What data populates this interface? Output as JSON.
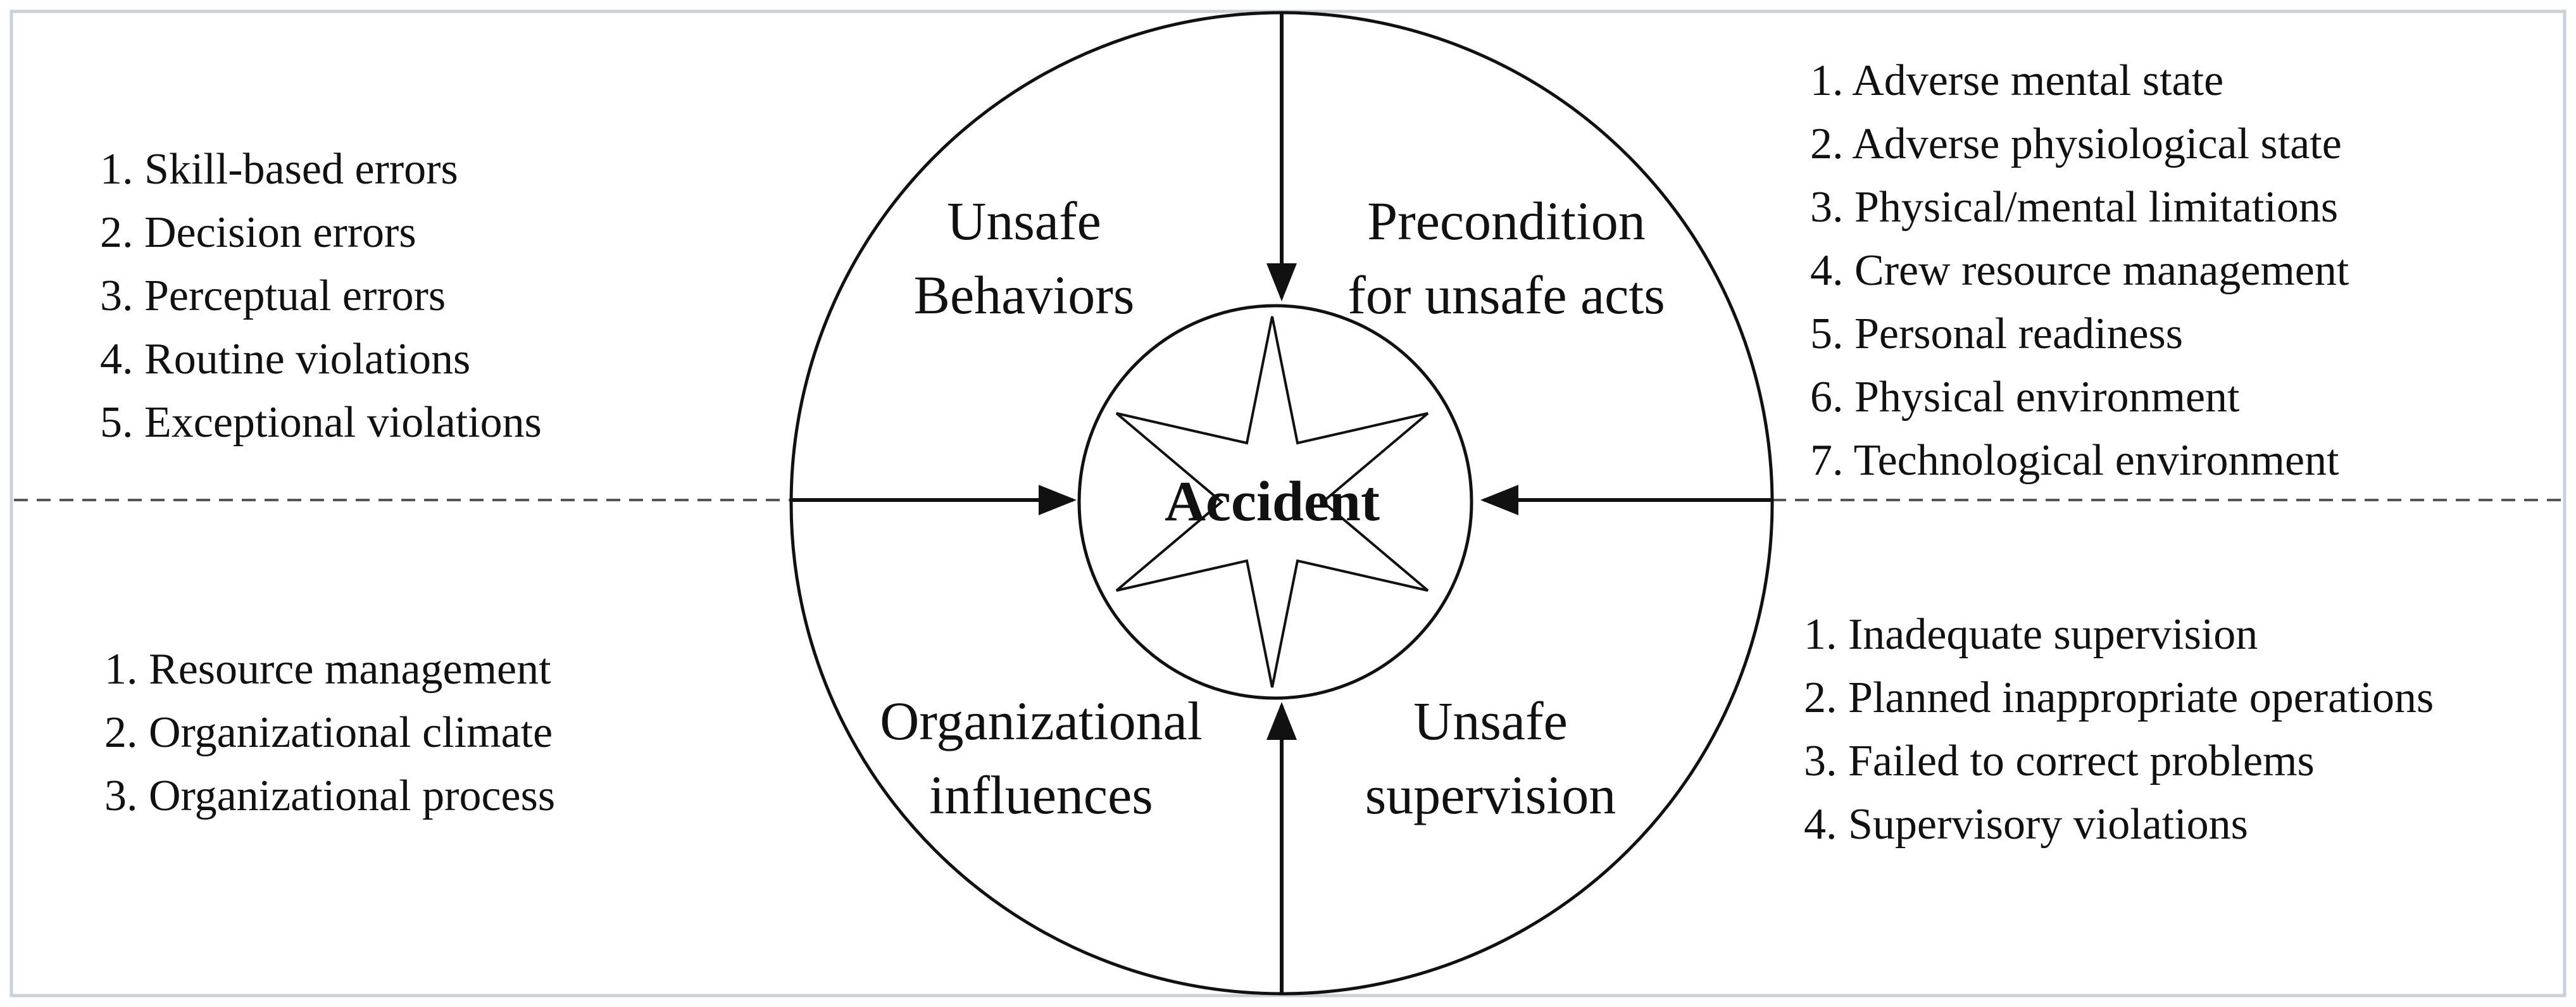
{
  "center_label": "Accident",
  "quadrants": {
    "top_left": {
      "title": [
        "Unsafe",
        "Behaviors"
      ]
    },
    "top_right": {
      "title": [
        "Precondition",
        "for unsafe acts"
      ]
    },
    "bottom_left": {
      "title": [
        "Organizational",
        "influences"
      ]
    },
    "bottom_right": {
      "title": [
        "Unsafe",
        "supervision"
      ]
    }
  },
  "lists": {
    "top_left": [
      "1. Skill-based errors",
      "2. Decision errors",
      "3. Perceptual errors",
      "4. Routine violations",
      "5. Exceptional violations"
    ],
    "top_right": [
      "1. Adverse mental state",
      "2. Adverse physiological state",
      "3. Physical/mental limitations",
      "4. Crew resource management",
      "5. Personal readiness",
      "6. Physical environment",
      "7. Technological environment"
    ],
    "bottom_left": [
      "1. Resource management",
      "2. Organizational climate",
      "3. Organizational process"
    ],
    "bottom_right": [
      "1. Inadequate supervision",
      "2. Planned inappropriate operations",
      "3. Failed to correct problems",
      "4. Supervisory violations"
    ]
  },
  "colors": {
    "line": "#111111",
    "frame": "#c8d0d8"
  },
  "icons": {
    "center": "six-pointed-star-icon"
  }
}
